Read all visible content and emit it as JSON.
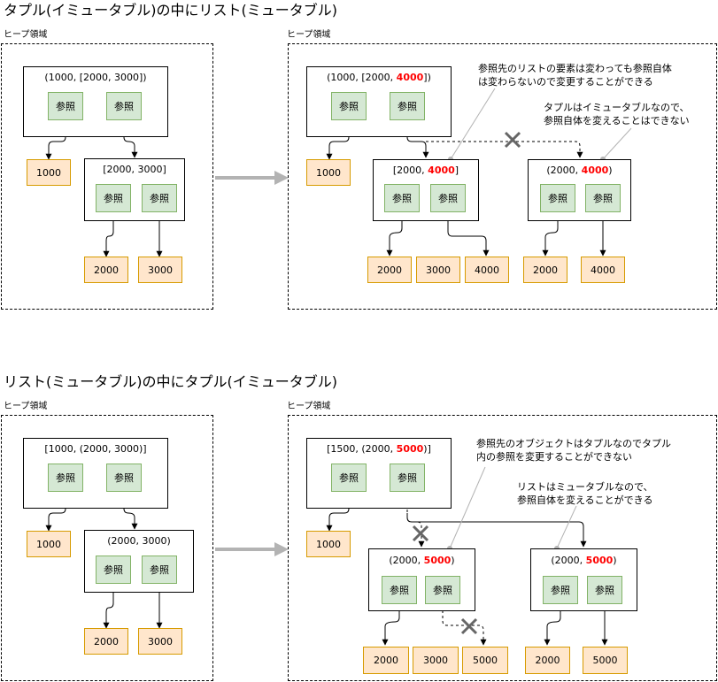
{
  "sections": [
    {
      "title": "タプル(イミュータブル)の中にリスト(ミュータブル)",
      "left": {
        "region_label": "ヒープ領域",
        "outer_label": "(1000, [2000, 3000])",
        "inner_label": "[2000, 3000]",
        "ref_label": "参照",
        "values": [
          "1000",
          "2000",
          "3000"
        ]
      },
      "right": {
        "region_label": "ヒープ領域",
        "outer_label_pre": "(1000, [2000, ",
        "outer_label_red": "4000",
        "outer_label_post": "])",
        "inner_a_pre": "[2000, ",
        "inner_a_red": "4000",
        "inner_a_post": "]",
        "inner_b_pre": "(2000, ",
        "inner_b_red": "4000",
        "inner_b_post": ")",
        "ref_label": "参照",
        "values_a": [
          "1000",
          "2000",
          "3000",
          "4000"
        ],
        "values_b": [
          "2000",
          "4000"
        ],
        "note1": [
          "参照先のリストの要素は変わっても参照自体",
          "は変わらないので変更することができる"
        ],
        "note2": [
          "タプルはイミュータブルなので、",
          "参照自体を変えることはできない"
        ]
      }
    },
    {
      "title": "リスト(ミュータブル)の中にタプル(イミュータブル)",
      "left": {
        "region_label": "ヒープ領域",
        "outer_label": "[1000, (2000, 3000)]",
        "inner_label": "(2000, 3000)",
        "ref_label": "参照",
        "values": [
          "1000",
          "2000",
          "3000"
        ]
      },
      "right": {
        "region_label": "ヒープ領域",
        "outer_label_pre": "[1500, (2000, ",
        "outer_label_red": "5000",
        "outer_label_post": ")]",
        "inner_a_pre": "(2000, ",
        "inner_a_red": "5000",
        "inner_a_post": ")",
        "inner_b_pre": "(2000, ",
        "inner_b_red": "5000",
        "inner_b_post": ")",
        "ref_label": "参照",
        "values_a": [
          "1000",
          "2000",
          "3000",
          "5000"
        ],
        "values_b": [
          "2000",
          "5000"
        ],
        "note1": [
          "参照先のオブジェクトはタプルなのでタプル",
          "内の参照を変更することができない"
        ],
        "note2": [
          "リストはミュータブルなので、",
          "参照自体を変えることができる"
        ]
      }
    }
  ],
  "colors": {
    "ref_fill": "#d5e8d4",
    "ref_stroke": "#82b366",
    "value_fill": "#ffe6cc",
    "value_stroke": "#d79b00",
    "highlight": "#ff0000",
    "arrow_gray": "#b3b3b3",
    "cross": "#666666"
  }
}
